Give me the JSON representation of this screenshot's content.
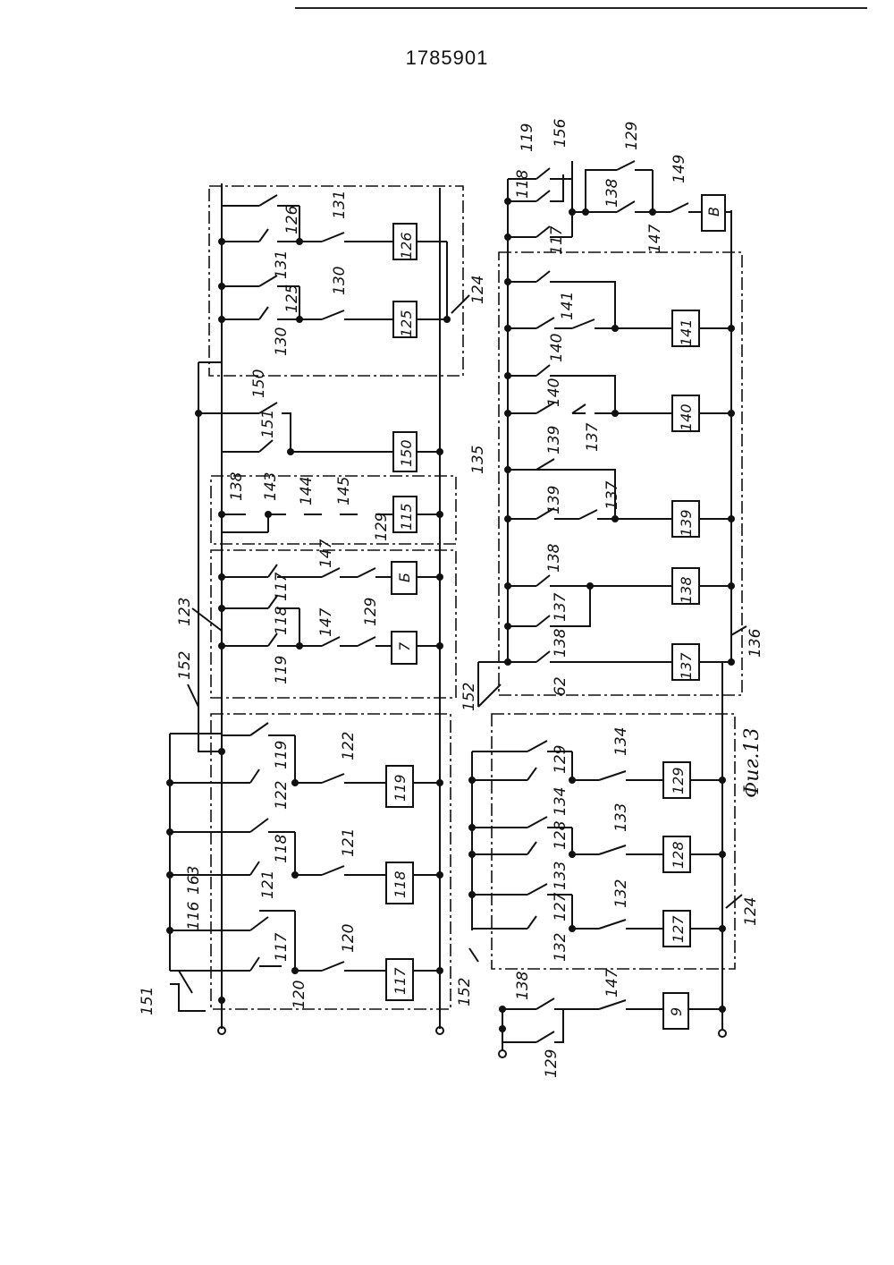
{
  "document": {
    "number": "1785901",
    "figure_caption": "Фиг.13"
  },
  "labels": {
    "b124a": "124",
    "b123": "123",
    "b135": "135",
    "b136": "136",
    "b124b": "124",
    "l152a": "152",
    "l152b": "152",
    "l152c": "152",
    "l151": "151",
    "l116": "116",
    "l163": "163",
    "c120": "120",
    "c121": "121",
    "c122": "122",
    "s117": "117",
    "s118": "118",
    "s119": "119",
    "h120": "120",
    "h121": "121",
    "h122": "122",
    "k117": "117",
    "k118": "118",
    "k119": "119",
    "t119": "119",
    "t118": "118",
    "t117": "117",
    "t147a": "147",
    "t147b": "147",
    "t129a": "129",
    "k7": "7",
    "k6": "Б",
    "t138a": "138",
    "t143": "143",
    "t144": "144",
    "t145": "145",
    "t129b": "129",
    "k115": "115",
    "t150": "150",
    "t151": "151",
    "k150": "150",
    "s125": "125",
    "s126": "126",
    "h130": "130",
    "h131": "131",
    "c130": "130",
    "c131": "131",
    "k125": "125",
    "k126": "126",
    "r138": "138",
    "r129": "129",
    "r147": "147",
    "k9": "9",
    "s127": "127",
    "s128": "128",
    "s129": "129",
    "h132": "132",
    "h133": "133",
    "h134": "134",
    "c132": "132",
    "c133": "133",
    "c134": "134",
    "k127": "127",
    "k128": "128",
    "k129": "129",
    "u62": "62",
    "u138": "138",
    "u137": "137",
    "u138b": "138",
    "u139": "139",
    "u137b": "137",
    "u139b": "139",
    "u140": "140",
    "u137c": "137",
    "u140b": "140",
    "u141": "141",
    "k137": "137",
    "k138": "138",
    "k139": "139",
    "k140": "140",
    "k141": "141",
    "v118": "118",
    "v119": "119",
    "v117": "117",
    "v156": "156",
    "v138": "138",
    "v129": "129",
    "v147": "147",
    "v149": "149",
    "kB": "В"
  }
}
